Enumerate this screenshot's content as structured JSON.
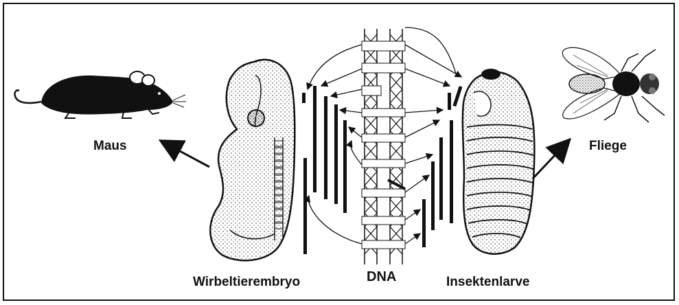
{
  "labels": {
    "mouse": "Maus",
    "fly": "Fliege",
    "vertebrate_embryo": "Wirbeltierembryo",
    "dna": "DNA",
    "insect_larva": "Insektenlarve"
  },
  "colors": {
    "ink": "#111111",
    "background": "#ffffff"
  }
}
